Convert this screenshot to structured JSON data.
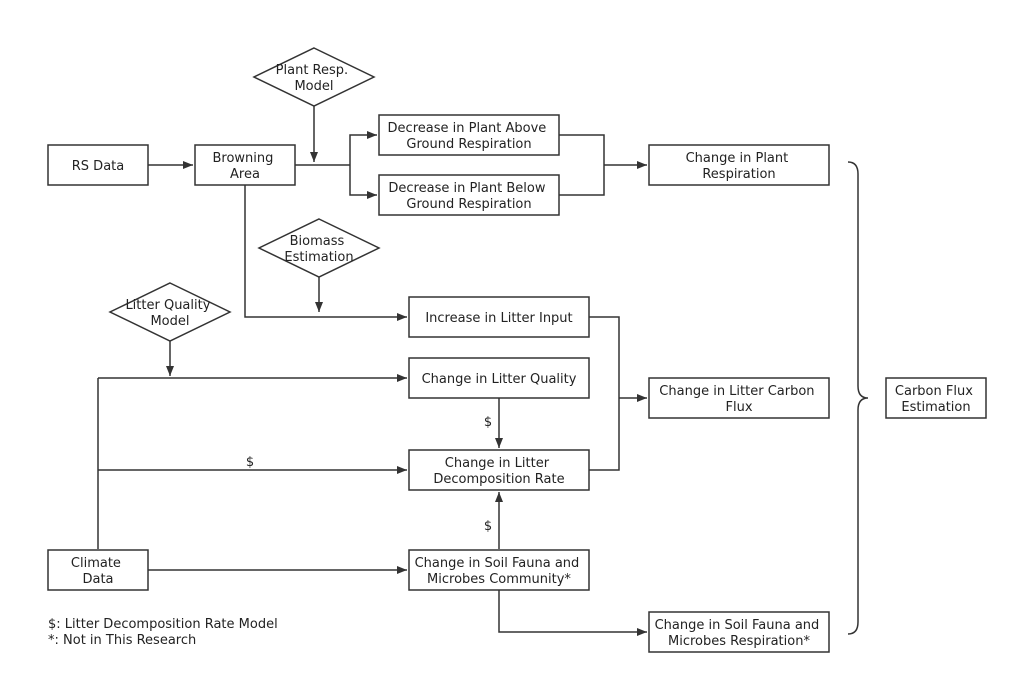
{
  "nodes": {
    "rs_data": [
      "RS Data"
    ],
    "browning_area": [
      "Browning",
      "Area"
    ],
    "plant_resp_model": [
      "Plant Resp.",
      "Model"
    ],
    "above_resp": [
      "Decrease in Plant Above",
      "Ground Respiration"
    ],
    "below_resp": [
      "Decrease in Plant Below",
      "Ground Respiration"
    ],
    "change_plant_resp": [
      "Change in Plant",
      "Respiration"
    ],
    "biomass_estimation": [
      "Biomass",
      "Estimation"
    ],
    "litter_quality_model": [
      "Litter Quality",
      "Model"
    ],
    "increase_litter_input": [
      "Increase in Litter Input"
    ],
    "change_litter_quality": [
      "Change in Litter Quality"
    ],
    "change_decomp_rate": [
      "Change in Litter",
      "Decomposition Rate"
    ],
    "change_litter_carbon_flux": [
      "Change in Litter Carbon",
      "Flux"
    ],
    "climate_data": [
      "Climate",
      "Data"
    ],
    "change_soil_fauna": [
      "Change in Soil Fauna and",
      "Microbes Community*"
    ],
    "change_soil_resp": [
      "Change in Soil Fauna and",
      "Microbes Respiration*"
    ],
    "carbon_flux_estimation": [
      "Carbon Flux",
      "Estimation"
    ]
  },
  "edge_marks": {
    "quality_to_decomp": "$",
    "climate_to_decomp": "$",
    "fauna_to_decomp": "$"
  },
  "legend": {
    "line1": "$: Litter Decomposition Rate Model",
    "line2": "*: Not in This Research"
  }
}
